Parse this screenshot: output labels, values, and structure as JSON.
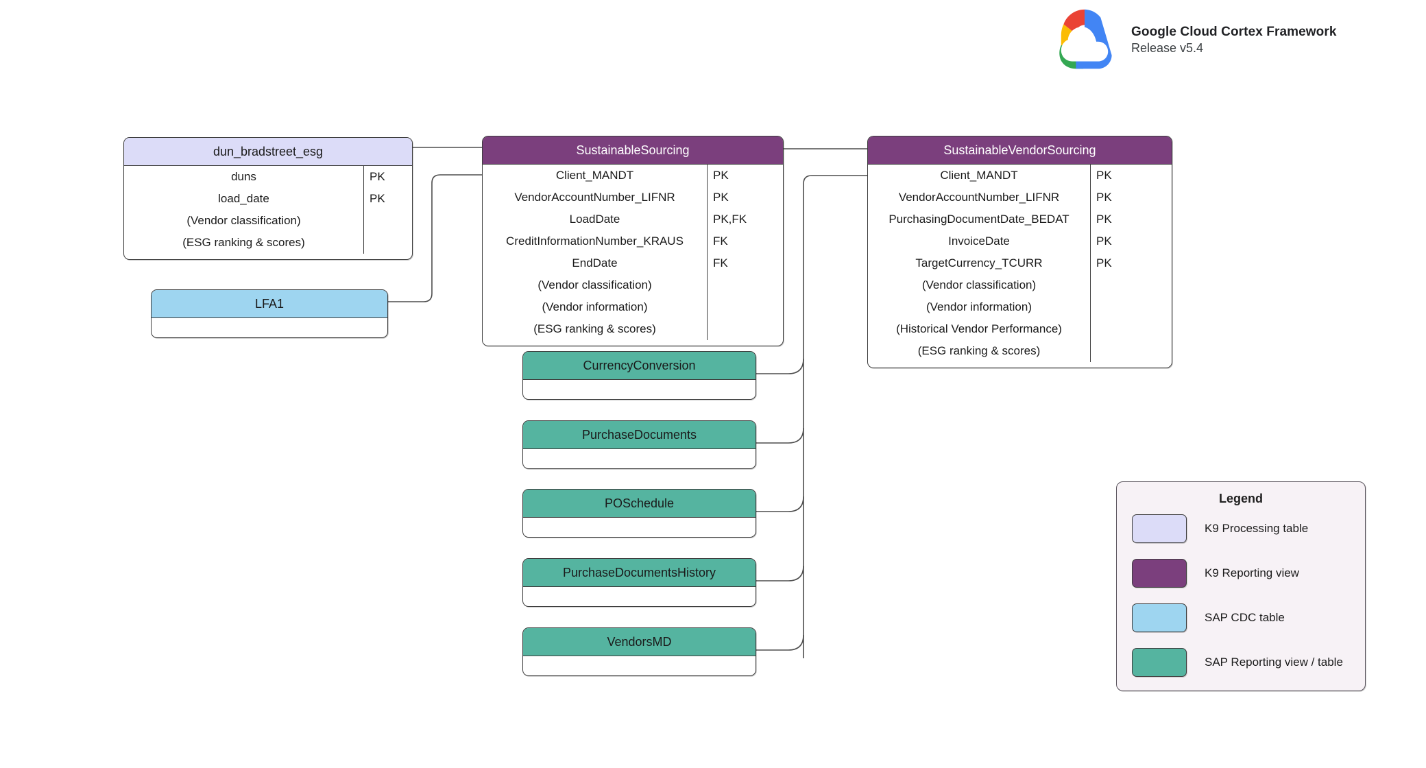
{
  "brand": {
    "logo_icon": "google-cloud-logo",
    "title": "Google Cloud Cortex Framework",
    "release": "Release v5.4"
  },
  "entities": {
    "dun_bradstreet_esg": {
      "title": "dun_bradstreet_esg",
      "fields": [
        "duns",
        "load_date",
        "(Vendor classification)",
        "(ESG ranking & scores)"
      ],
      "keys": [
        "PK",
        "PK",
        "",
        ""
      ]
    },
    "sustainable_sourcing": {
      "title": "SustainableSourcing",
      "fields": [
        "Client_MANDT",
        "VendorAccountNumber_LIFNR",
        "LoadDate",
        "CreditInformationNumber_KRAUS",
        "EndDate",
        "(Vendor classification)",
        "(Vendor information)",
        "(ESG ranking & scores)"
      ],
      "keys": [
        "PK",
        "PK",
        "PK,FK",
        "FK",
        "FK",
        "",
        "",
        ""
      ]
    },
    "sustainable_vendor_sourcing": {
      "title": "SustainableVendorSourcing",
      "fields": [
        "Client_MANDT",
        "VendorAccountNumber_LIFNR",
        "PurchasingDocumentDate_BEDAT",
        "InvoiceDate",
        "TargetCurrency_TCURR",
        "(Vendor classification)",
        "(Vendor information)",
        "(Historical Vendor Performance)",
        "(ESG ranking & scores)"
      ],
      "keys": [
        "PK",
        "PK",
        "PK",
        "PK",
        "PK",
        "",
        "",
        "",
        ""
      ]
    },
    "lfa1": {
      "title": "LFA1"
    },
    "currency_conversion": {
      "title": "CurrencyConversion"
    },
    "purchase_documents": {
      "title": "PurchaseDocuments"
    },
    "po_schedule": {
      "title": "POSchedule"
    },
    "purchase_documents_history": {
      "title": "PurchaseDocumentsHistory"
    },
    "vendors_md": {
      "title": "VendorsMD"
    }
  },
  "legend": {
    "title": "Legend",
    "items": [
      {
        "label": "K9 Processing table",
        "color": "#dcdcf8"
      },
      {
        "label": "K9 Reporting view",
        "color": "#7b3f7d"
      },
      {
        "label": "SAP CDC table",
        "color": "#9ed5f0"
      },
      {
        "label": "SAP Reporting view / table",
        "color": "#55b4a0"
      }
    ]
  },
  "colors": {
    "k9_processing_table": "#dcdcf8",
    "k9_reporting_view": "#7b3f7d",
    "sap_cdc_table": "#9ed5f0",
    "sap_reporting_view": "#55b4a0",
    "legend_background": "#f7f2f6",
    "border": "#3c3c3c",
    "connector": "#4d4d4d"
  }
}
